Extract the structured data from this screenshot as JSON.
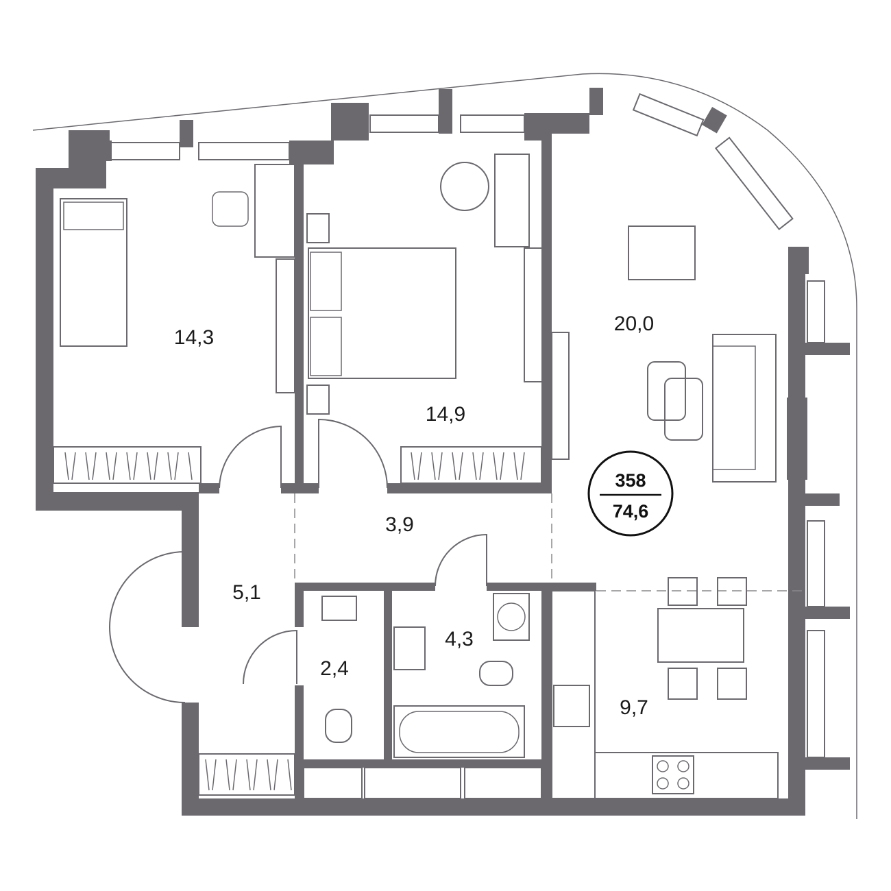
{
  "plan": {
    "apartment_number": "358",
    "total_area": "74,6",
    "rooms": [
      {
        "name": "bedroom-1",
        "area": "14,3"
      },
      {
        "name": "bedroom-2",
        "area": "14,9"
      },
      {
        "name": "living-room",
        "area": "20,0"
      },
      {
        "name": "hallway",
        "area": "3,9"
      },
      {
        "name": "entrance",
        "area": "5,1"
      },
      {
        "name": "toilet",
        "area": "2,4"
      },
      {
        "name": "bathroom",
        "area": "4,3"
      },
      {
        "name": "kitchen",
        "area": "9,7"
      }
    ]
  },
  "colors": {
    "wall": "#6b696e",
    "text": "#1a1a1a"
  }
}
